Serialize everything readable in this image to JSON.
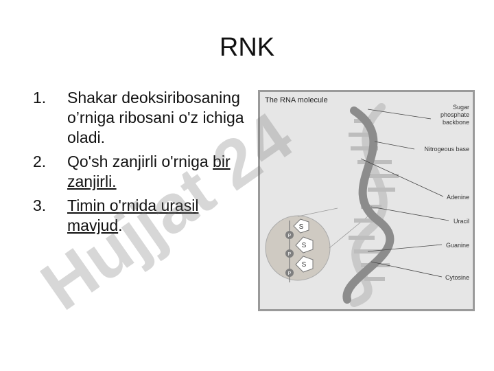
{
  "slide": {
    "title": "RNK",
    "items": [
      {
        "num": "1.",
        "text": "Shakar deoksiribosaning o’rniga ribosani o'z ichiga oladi."
      },
      {
        "num": "2.",
        "text_plain": "Qo'sh zanjirli o'rniga ",
        "text_underlined": "bir zanjirli."
      },
      {
        "num": "3.",
        "text_underlined": "Timin o'rnida urasil mavjud",
        "text_tail": "."
      }
    ]
  },
  "figure": {
    "title": "The RNA molecule",
    "labels": {
      "backbone_1": "Sugar",
      "backbone_2": "phosphate",
      "backbone_3": "backbone",
      "nitrogenous": "Nitrogeous base",
      "adenine": "Adenine",
      "uracil": "Uracil",
      "guanine": "Guanine",
      "cytosine": "Cytosine"
    },
    "inset": {
      "sugar": "S",
      "phosphate": "P"
    }
  },
  "watermark": {
    "text": "Hujjat 24"
  }
}
